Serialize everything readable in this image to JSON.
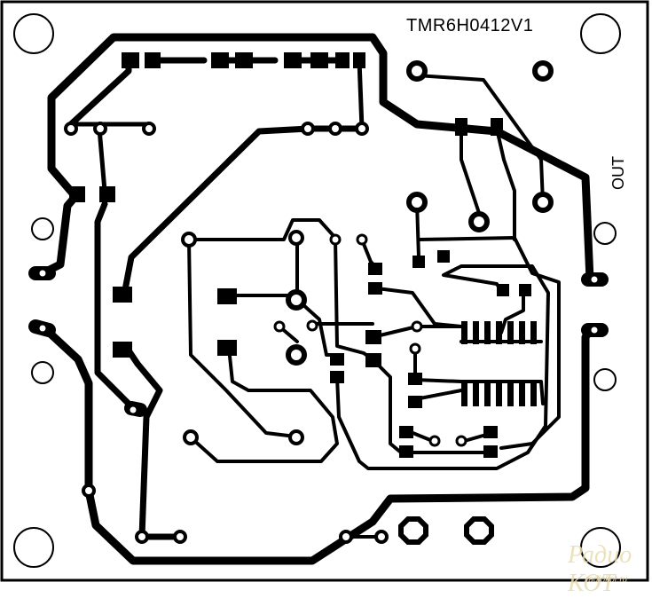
{
  "board": {
    "label": "TMR6H0412V1",
    "output_label": "OUT",
    "trace_color": "#000000",
    "background_color": "#ffffff"
  },
  "watermark": {
    "logo": "Радио КОТ",
    "site": "radiokot.ru"
  }
}
